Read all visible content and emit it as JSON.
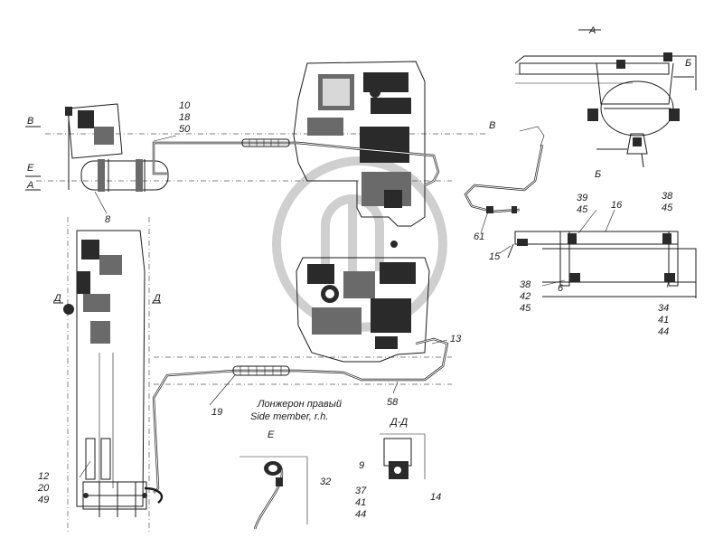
{
  "view_labels": {
    "A": "А",
    "B": "Б",
    "V": "В",
    "E": "Е",
    "D": "Д",
    "DD": "Д-Д"
  },
  "callouts": {
    "p10": "10",
    "p18": "18",
    "p50": "50",
    "p8": "8",
    "p61": "61",
    "p39": "39",
    "p45a": "45",
    "p16": "16",
    "p38a": "38",
    "p45b": "45",
    "p15": "15",
    "p38b": "38",
    "p42a": "42",
    "p45c": "45",
    "p6": "6",
    "p34": "34",
    "p41a": "41",
    "p44a": "44",
    "p13": "13",
    "p58": "58",
    "p19": "19",
    "p12": "12",
    "p20": "20",
    "p49": "49",
    "p32": "32",
    "p9": "9",
    "p37": "37",
    "p41b": "41",
    "p44b": "44",
    "p14": "14"
  },
  "caption": {
    "ru": "Лонжерон правый",
    "en": "Side member, r.h."
  },
  "colors": {
    "ink": "#1a1a1a",
    "watermark": "#cfcfcf"
  }
}
